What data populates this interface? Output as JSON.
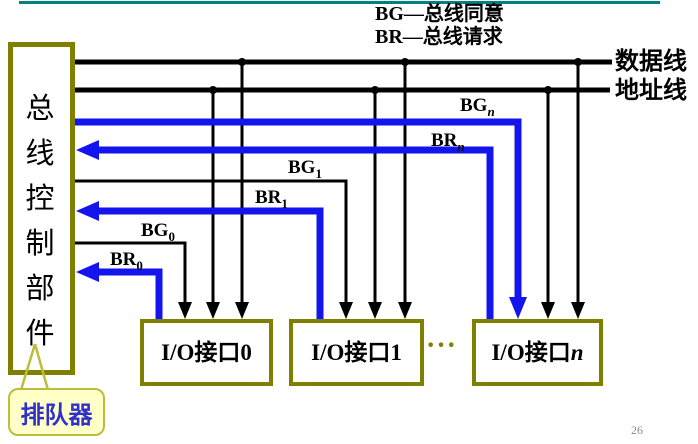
{
  "slide": {
    "page_number": "26"
  },
  "legend": {
    "bg_line": "BG—总线同意",
    "br_line": "BR—总线请求"
  },
  "buses": {
    "data_label": "数据线",
    "address_label": "地址线"
  },
  "controller": {
    "label": "总线控制部件",
    "chars": [
      "总",
      "线",
      "控",
      "制",
      "部",
      "件"
    ]
  },
  "signals": {
    "bg_n": {
      "base": "BG",
      "sub": "n"
    },
    "br_n": {
      "base": "BR",
      "sub": "n"
    },
    "bg_1": {
      "base": "BG",
      "sub": "1"
    },
    "br_1": {
      "base": "BR",
      "sub": "1"
    },
    "bg_0": {
      "base": "BG",
      "sub": "0"
    },
    "br_0": {
      "base": "BR",
      "sub": "0"
    }
  },
  "io_boxes": {
    "box0": {
      "label": "I/O接口0"
    },
    "box1": {
      "label": "I/O接口1"
    },
    "box_n": {
      "prefix": "I/O接口",
      "suffix": "n"
    }
  },
  "ellipsis": "···",
  "callout": {
    "label": "排队器"
  },
  "colors": {
    "top_bar": "#008080",
    "box_border": "#808000",
    "request_line": "#1414ee",
    "grant_line": "#000000",
    "callout_fill": "#ffffc8",
    "callout_border": "#bdbd3c",
    "callout_text": "#3030cc"
  }
}
